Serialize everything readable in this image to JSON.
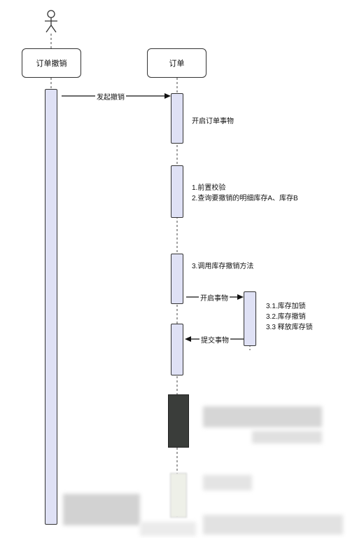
{
  "actor": {
    "icon": "stick-figure-actor-icon"
  },
  "participants": [
    {
      "label": "订单撤销"
    },
    {
      "label": "订单"
    }
  ],
  "messages": {
    "initiate_cancel": "发起撤销",
    "open_txn": "开启事物",
    "commit_txn": "提交事物"
  },
  "notes": {
    "open_order_txn": "开启订单事物",
    "precheck": "1.前置校验",
    "query": "2.查询要撤销的明细库存A、库存B",
    "call_method": "3.调用库存撤销方法",
    "sub_step_1": "3.1.库存加锁",
    "sub_step_2": "3.2.库存撤销",
    "sub_step_3": "3.3 释放库存锁"
  },
  "colors": {
    "activation_fill": "#dfe1f5",
    "border": "#333333"
  }
}
